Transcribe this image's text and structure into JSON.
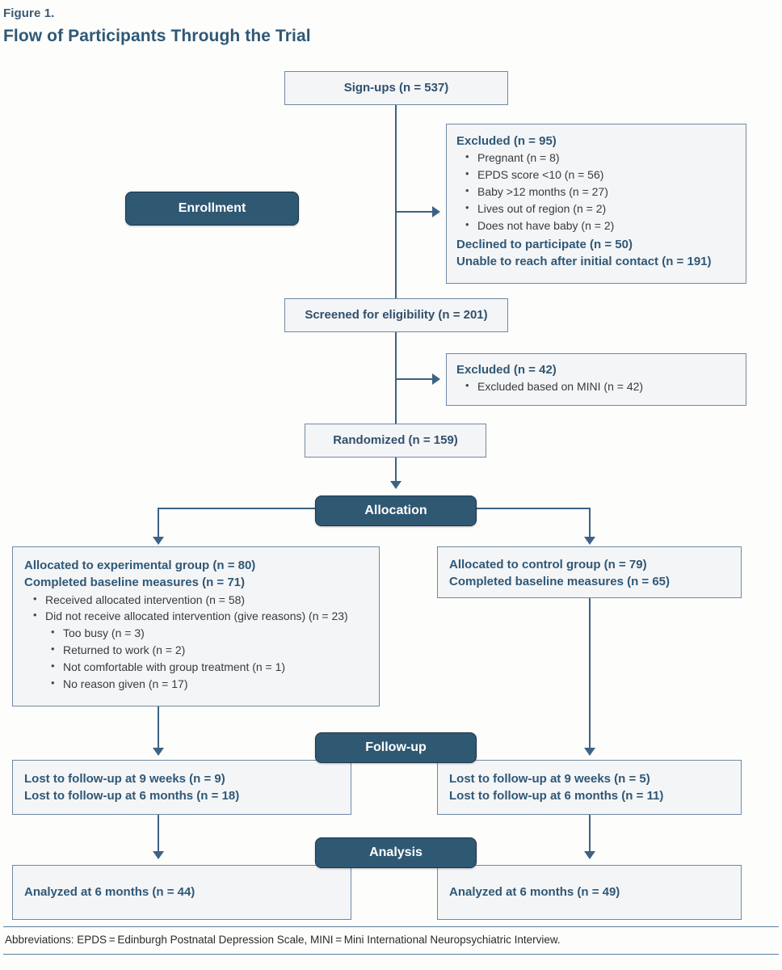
{
  "header": {
    "figure_label": "Figure 1.",
    "title": "Flow of Participants Through the Trial"
  },
  "stage_labels": {
    "enrollment": "Enrollment",
    "allocation": "Allocation",
    "followup": "Follow-up",
    "analysis": "Analysis"
  },
  "nodes": {
    "signups": "Sign-ups (n = 537)",
    "screened": "Screened for eligibility (n = 201)",
    "randomized": "Randomized (n = 159)"
  },
  "excluded1": {
    "heading": "Excluded (n = 95)",
    "reasons": [
      "Pregnant (n = 8)",
      "EPDS score <10 (n = 56)",
      "Baby >12 months (n = 27)",
      "Lives out of region (n = 2)",
      "Does not have baby (n = 2)"
    ],
    "declined": "Declined to participate (n = 50)",
    "unreachable": "Unable to reach after initial contact (n = 191)"
  },
  "excluded2": {
    "heading": "Excluded (n = 42)",
    "reasons": [
      "Excluded based on MINI (n = 42)"
    ]
  },
  "allocation": {
    "experimental": {
      "line1": "Allocated to experimental group (n = 80)",
      "line2": "Completed baseline measures (n = 71)",
      "items": [
        "Received allocated intervention (n = 58)",
        "Did not receive allocated intervention (give reasons) (n = 23)"
      ],
      "subitems": [
        "Too busy (n = 3)",
        "Returned to work (n = 2)",
        "Not comfortable with group treatment (n = 1)",
        "No reason given (n = 17)"
      ]
    },
    "control": {
      "line1": "Allocated to control group (n = 79)",
      "line2": "Completed baseline measures (n = 65)"
    }
  },
  "followup": {
    "experimental": {
      "line1": "Lost to follow-up at 9 weeks (n = 9)",
      "line2": "Lost to follow-up at 6 months (n = 18)"
    },
    "control": {
      "line1": "Lost to follow-up at 9 weeks (n = 5)",
      "line2": "Lost to follow-up at 6 months (n = 11)"
    }
  },
  "analysis": {
    "experimental": "Analyzed at 6 months (n = 44)",
    "control": "Analyzed at 6 months (n = 49)"
  },
  "footnote": "Abbreviations: EPDS = Edinburgh Postnatal Depression Scale, MINI = Mini International Neuropsychiatric Interview.",
  "colors": {
    "accent_dark": "#2f5873",
    "text_blue": "#31506b",
    "box_fill": "#f4f5f7",
    "box_border": "#6f89a3",
    "connector": "#3e6283"
  }
}
